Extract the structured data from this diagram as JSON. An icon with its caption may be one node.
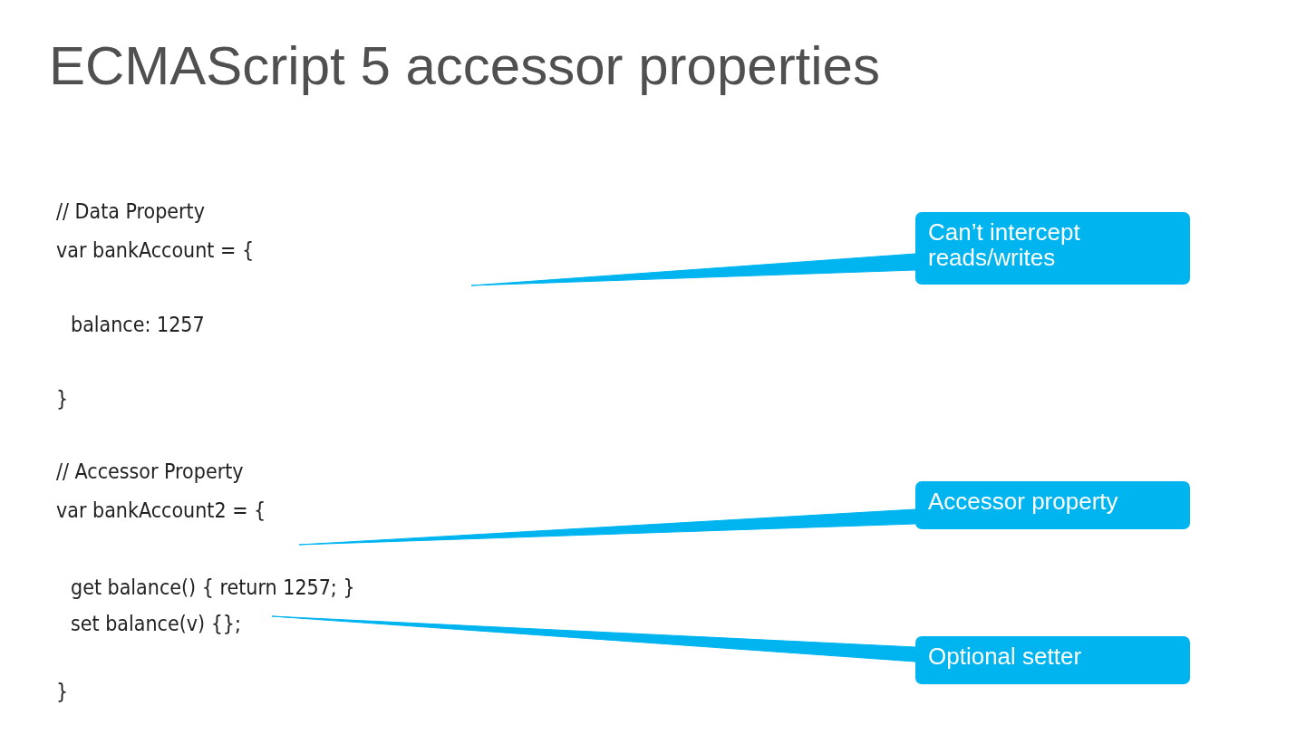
{
  "diagram": {
    "title": "ECMAScript 5 accessor properties",
    "nodes": [
      {
        "text": [
          "Can’t intercept reads/writes"
        ]
      },
      {
        "text": [
          "Accessor property"
        ]
      },
      {
        "text": [
          "Optional setter"
        ]
      }
    ],
    "edges": [
      {
        "from": 0,
        "to": null,
        "arrow": "to"
      },
      {
        "from": 1,
        "to": null,
        "arrow": "to"
      },
      {
        "from": 2,
        "to": null,
        "arrow": "to"
      }
    ],
    "labels": [
      "// Data Property",
      "var bankAccount = {",
      "balance: 1257",
      "}",
      "// Accessor Property",
      "var bankAccount2 = {",
      "get balance() { return 1257; }",
      "set balance(v) {};",
      "}"
    ]
  }
}
